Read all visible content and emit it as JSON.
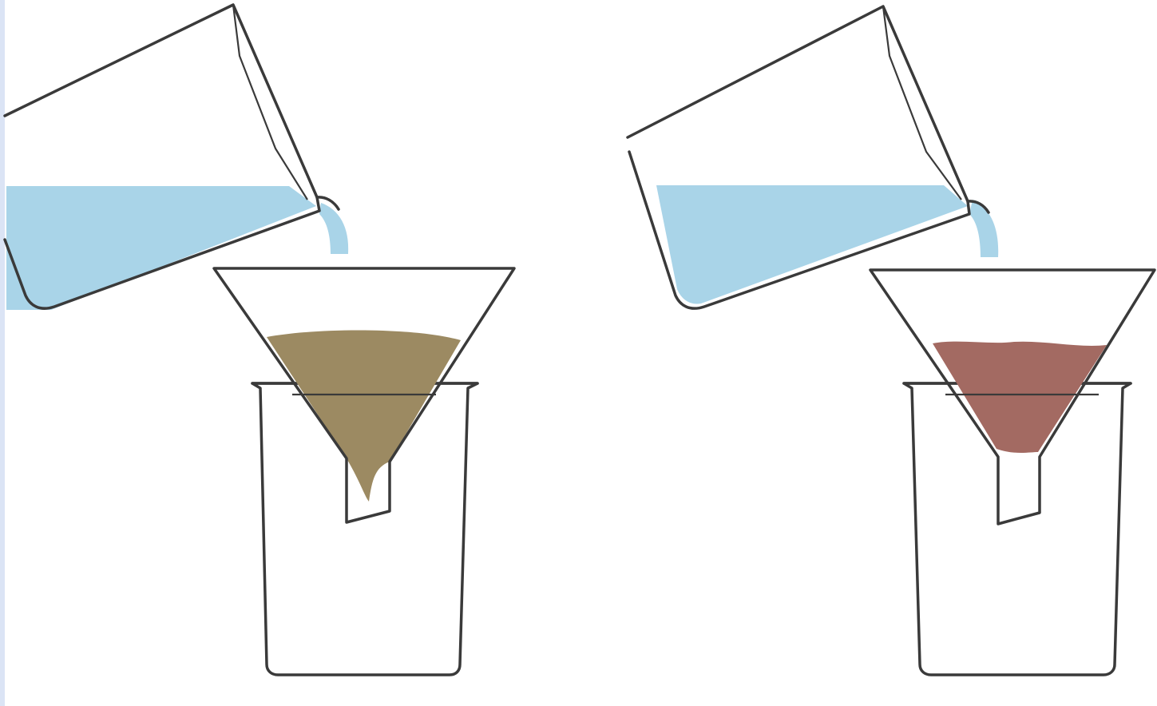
{
  "illustration": {
    "scenes": [
      {
        "id": "left",
        "solid": "sand",
        "pour": "water"
      },
      {
        "id": "right",
        "solid": "clay",
        "pour": "water"
      }
    ]
  },
  "colors": {
    "background": "#ffffff",
    "outline": "#3a3a3a",
    "water": "#a9d4e8",
    "sand": "#9c8a62",
    "clay": "#a36a62",
    "left_edge": "#dbe4f5"
  },
  "icons": {
    "pouring_beaker": "beaker-pouring-icon",
    "funnel": "funnel-icon",
    "receiving_beaker": "beaker-icon"
  }
}
